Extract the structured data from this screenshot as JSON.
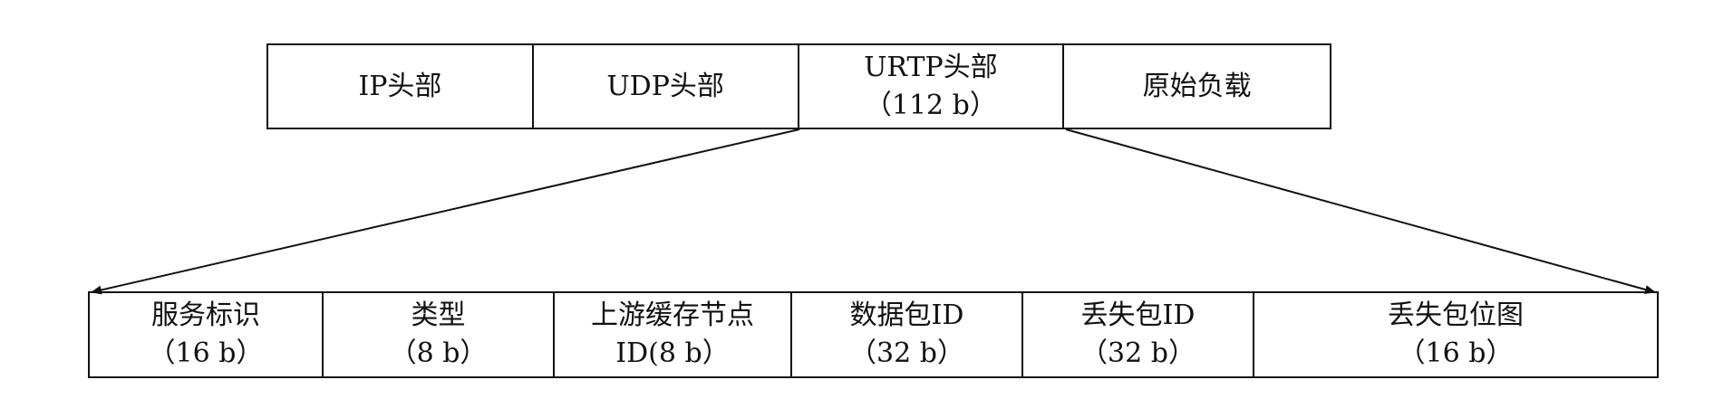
{
  "packet_header": [
    {
      "label": "IP头部",
      "size": ""
    },
    {
      "label": "UDP头部",
      "size": ""
    },
    {
      "label": "URTP头部",
      "size": "（112 b）"
    },
    {
      "label": "原始负载",
      "size": ""
    }
  ],
  "urtp_fields": [
    {
      "label": "服务标识",
      "size": "（16 b）"
    },
    {
      "label": "类型",
      "size": "（8 b）"
    },
    {
      "label": "上游缓存节点",
      "size": "ID(8 b）"
    },
    {
      "label": "数据包ID",
      "size": "（32 b）"
    },
    {
      "label": "丢失包ID",
      "size": "（32 b）"
    },
    {
      "label": "丢失包位图",
      "size": "（16 b）"
    }
  ],
  "colors": {
    "line": "#111111",
    "background": "#ffffff"
  }
}
